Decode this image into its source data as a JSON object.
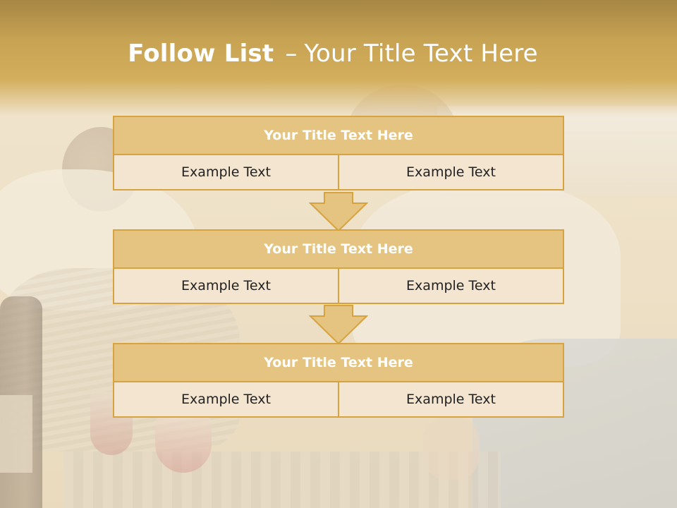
{
  "slide": {
    "title_bold": "Follow List",
    "title_dash": "–",
    "title_rest": "Your Title Text Here"
  },
  "blocks": [
    {
      "title": "Your Title Text Here",
      "left": "Example Text",
      "right": "Example Text"
    },
    {
      "title": "Your Title Text Here",
      "left": "Example Text",
      "right": "Example Text"
    },
    {
      "title": "Your Title Text Here",
      "left": "Example Text",
      "right": "Example Text"
    }
  ],
  "colors": {
    "header": "#c7a353",
    "box_header": "#e4c480",
    "box_border": "#d6a33f",
    "box_cell": "#f3e5d0"
  }
}
